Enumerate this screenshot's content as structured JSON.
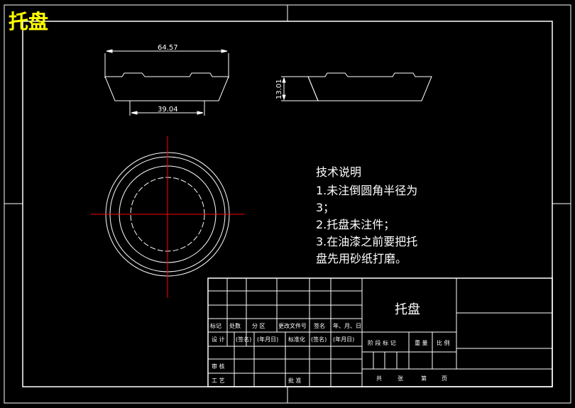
{
  "title": "托盘",
  "dimensions": {
    "top_width": "64.57",
    "bottom_width": "39.04",
    "height": "13.01"
  },
  "notes": {
    "heading": "技术说明",
    "line1": "1.未注倒圆角半径为",
    "line2": "3；",
    "line3": "2.托盘未注件；",
    "line4": "3.在油漆之前要把托",
    "line5": "盘先用砂纸打磨。"
  },
  "title_block": {
    "part_name": "托盘",
    "row_headers": [
      "标记",
      "处数",
      "分 区",
      "更改文件号",
      "签名",
      "年、月、日"
    ],
    "design_row": [
      "设 计",
      "(签名)",
      "(年月日)",
      "标准化",
      "(签名)",
      "(年月日)"
    ],
    "review": "审 核",
    "process": "工 艺",
    "approve": "批 准",
    "stage_labels": [
      "阶 段 标 记",
      "重 量",
      "比 例"
    ],
    "sheet_labels": [
      "共",
      "张",
      "第",
      "页"
    ]
  },
  "colors": {
    "background": "#000000",
    "lines": "#ffffff",
    "center_lines": "#ff0000",
    "title": "#ffff00"
  }
}
